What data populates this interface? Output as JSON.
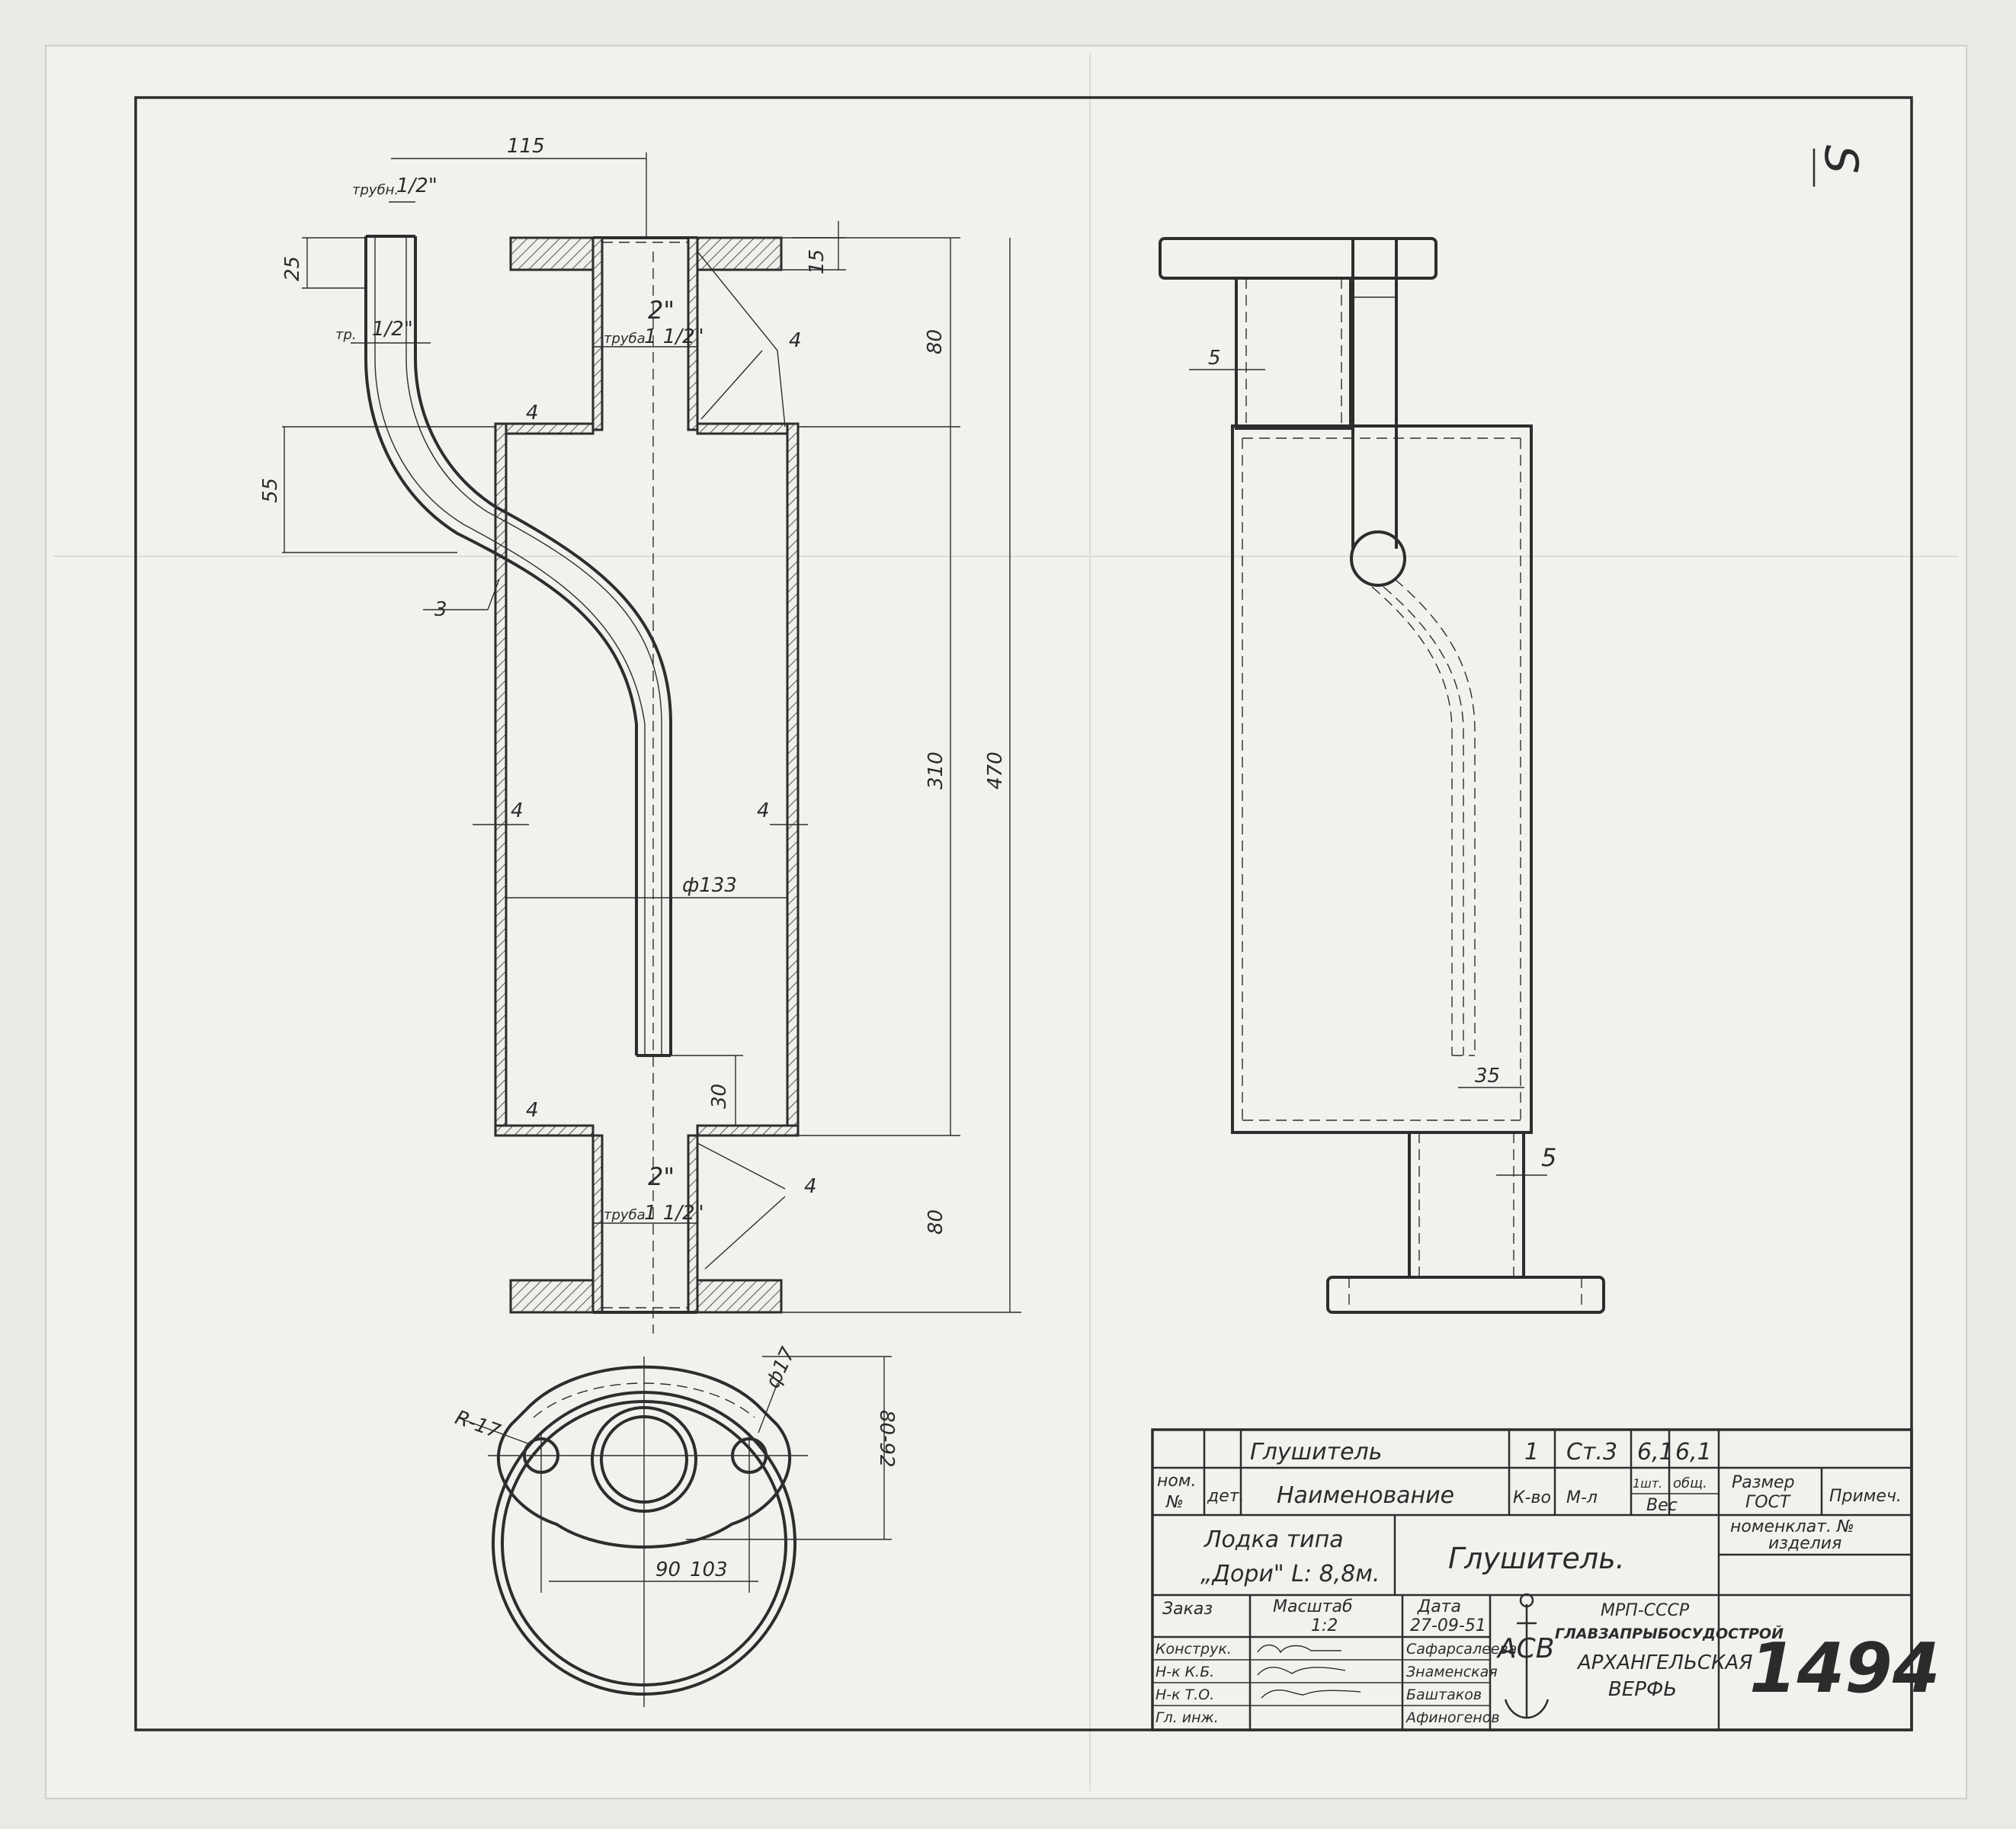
{
  "dimensions": {
    "d115": "115",
    "d25": "25",
    "d15": "15",
    "d80top": "80",
    "d55": "55",
    "d310": "310",
    "d470": "470",
    "d4": "4",
    "d3": "3",
    "dphi133": "ф133",
    "d30": "30",
    "d80bot": "80",
    "d5": "5",
    "d35": "35",
    "dR17": "R-17",
    "dphi17": "ф17",
    "d80_92": "80-92",
    "d90": "90",
    "d103": "103",
    "pipe_half": "1/2\"",
    "pipe_label_top": "трубн.",
    "pipe_label_tr": "тр.",
    "pipe_label_truba": "труба",
    "pipe_one_half": "1 1/2\"",
    "pipe_2in": "2\"",
    "corner_mark": "S"
  },
  "title_block": {
    "row1": {
      "name": "Глушитель",
      "qty": "1",
      "material": "Ст.3",
      "w1": "6,1",
      "w2": "6,1"
    },
    "hdr": {
      "nom": "ном.",
      "no": "№",
      "det": "дет.",
      "name": "Наименование",
      "qty": "К-во",
      "mat": "М-л",
      "one": "1шт.",
      "total": "общ.",
      "weight": "Вес",
      "size": "Размер",
      "gost": "ГОСТ",
      "note": "Примеч."
    },
    "boat_line1": "Лодка типа",
    "boat_line2": "„Дори\" L: 8,8м.",
    "part_title": "Глушитель.",
    "nomen_line1": "номенклат. №",
    "nomen_line2": "изделия",
    "order_label": "Заказ",
    "scale_label": "Масштаб",
    "scale_value": "1:2",
    "date_label": "Дата",
    "date_value": "27-09-51",
    "roles": [
      "Конструк.",
      "Н-к К.Б.",
      "Н-к Т.О.",
      "Гл. инж."
    ],
    "names": [
      "Сафарсалеева",
      "Знаменская",
      "Баштаков",
      "Афиногенов"
    ],
    "org_line1": "МРП-СССР",
    "org_line2": "ГЛАВЗАПРЫБОСУДОСТРОЙ",
    "org_line3": "АРХАНГЕЛЬСКАЯ",
    "org_line4": "ВЕРФЬ",
    "logo_letters": "АСВ",
    "drawing_number": "1494"
  }
}
